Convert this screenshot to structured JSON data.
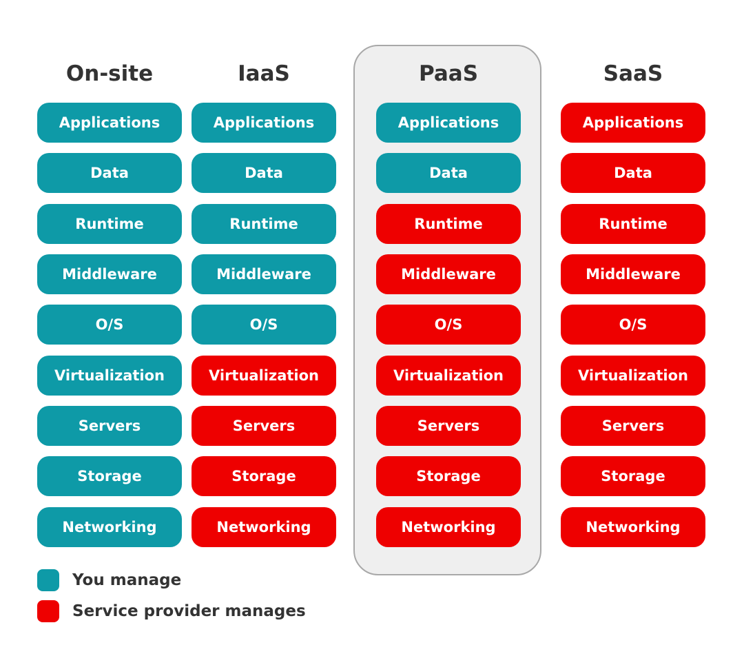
{
  "colors": {
    "you_manage": "#0e9aa7",
    "provider_manages": "#ee0000",
    "title_text": "#333333",
    "highlight_bg": "#efefef",
    "highlight_border": "#a8a8a8"
  },
  "columns": [
    {
      "title": "On-site",
      "layers": [
        {
          "label": "Applications",
          "managed_by": "you"
        },
        {
          "label": "Data",
          "managed_by": "you"
        },
        {
          "label": "Runtime",
          "managed_by": "you"
        },
        {
          "label": "Middleware",
          "managed_by": "you"
        },
        {
          "label": "O/S",
          "managed_by": "you"
        },
        {
          "label": "Virtualization",
          "managed_by": "you"
        },
        {
          "label": "Servers",
          "managed_by": "you"
        },
        {
          "label": "Storage",
          "managed_by": "you"
        },
        {
          "label": "Networking",
          "managed_by": "you"
        }
      ]
    },
    {
      "title": "IaaS",
      "layers": [
        {
          "label": "Applications",
          "managed_by": "you"
        },
        {
          "label": "Data",
          "managed_by": "you"
        },
        {
          "label": "Runtime",
          "managed_by": "you"
        },
        {
          "label": "Middleware",
          "managed_by": "you"
        },
        {
          "label": "O/S",
          "managed_by": "you"
        },
        {
          "label": "Virtualization",
          "managed_by": "provider"
        },
        {
          "label": "Servers",
          "managed_by": "provider"
        },
        {
          "label": "Storage",
          "managed_by": "provider"
        },
        {
          "label": "Networking",
          "managed_by": "provider"
        }
      ]
    },
    {
      "title": "PaaS",
      "highlighted": true,
      "layers": [
        {
          "label": "Applications",
          "managed_by": "you"
        },
        {
          "label": "Data",
          "managed_by": "you"
        },
        {
          "label": "Runtime",
          "managed_by": "provider"
        },
        {
          "label": "Middleware",
          "managed_by": "provider"
        },
        {
          "label": "O/S",
          "managed_by": "provider"
        },
        {
          "label": "Virtualization",
          "managed_by": "provider"
        },
        {
          "label": "Servers",
          "managed_by": "provider"
        },
        {
          "label": "Storage",
          "managed_by": "provider"
        },
        {
          "label": "Networking",
          "managed_by": "provider"
        }
      ]
    },
    {
      "title": "SaaS",
      "layers": [
        {
          "label": "Applications",
          "managed_by": "provider"
        },
        {
          "label": "Data",
          "managed_by": "provider"
        },
        {
          "label": "Runtime",
          "managed_by": "provider"
        },
        {
          "label": "Middleware",
          "managed_by": "provider"
        },
        {
          "label": "O/S",
          "managed_by": "provider"
        },
        {
          "label": "Virtualization",
          "managed_by": "provider"
        },
        {
          "label": "Servers",
          "managed_by": "provider"
        },
        {
          "label": "Storage",
          "managed_by": "provider"
        },
        {
          "label": "Networking",
          "managed_by": "provider"
        }
      ]
    }
  ],
  "legend": {
    "you_manage": "You manage",
    "provider_manages": "Service provider manages"
  }
}
